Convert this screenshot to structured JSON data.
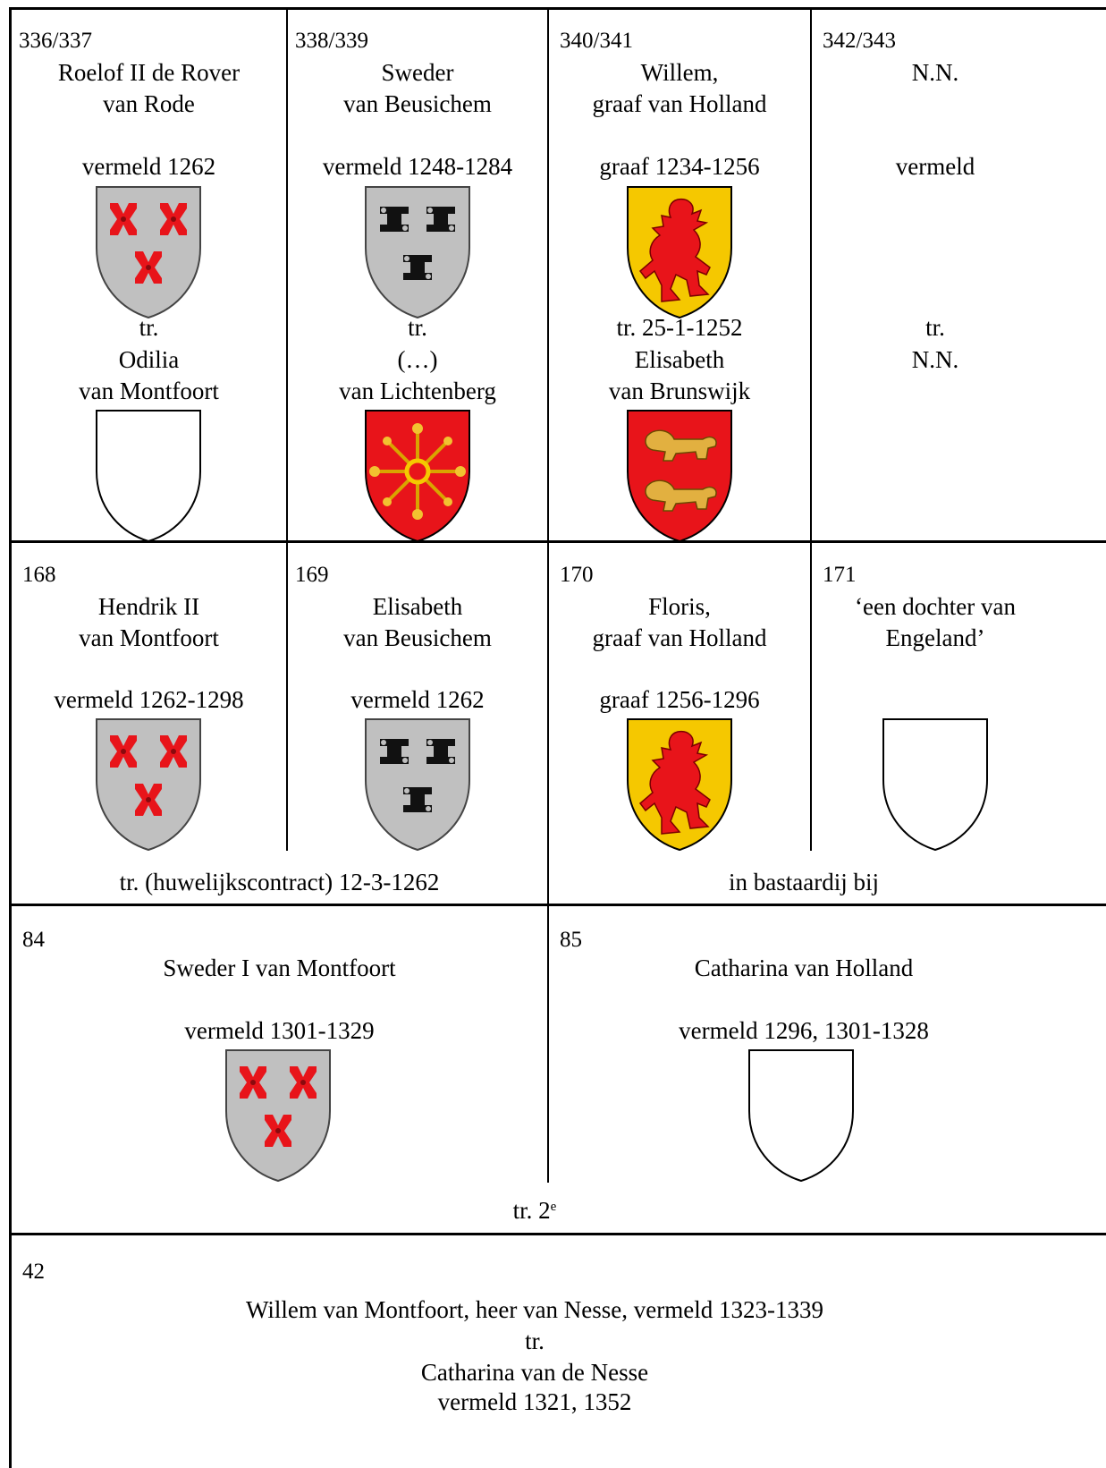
{
  "generation_1": [
    {
      "number": "336/337",
      "name_lines": [
        "Roelof II de Rover",
        "van Rode"
      ],
      "dates": "vermeld 1262",
      "arms": "montfoort-crosses",
      "spouse_lines": [
        "tr.",
        "Odilia",
        "van Montfoort"
      ],
      "spouse_arms": "blank-shield"
    },
    {
      "number": "338/339",
      "name_lines": [
        "Sweder",
        "van Beusichem"
      ],
      "dates": "vermeld 1248-1284",
      "arms": "beusichem-ironclamps",
      "spouse_lines": [
        "tr.",
        "(…)",
        "van Lichtenberg"
      ],
      "spouse_arms": "lichtenberg-escarbuncle"
    },
    {
      "number": "340/341",
      "name_lines": [
        "Willem,",
        "graaf van Holland"
      ],
      "dates": "graaf 1234-1256",
      "arms": "holland-lion",
      "spouse_lines": [
        "tr. 25-1-1252",
        "Elisabeth",
        "van Brunswijk"
      ],
      "spouse_arms": "brunswijk-lions"
    },
    {
      "number": "342/343",
      "name_lines": [
        "N.N."
      ],
      "dates": "vermeld",
      "arms": "",
      "spouse_lines": [
        "tr.",
        "N.N."
      ],
      "spouse_arms": ""
    }
  ],
  "generation_2": [
    {
      "number": "168",
      "name_lines": [
        "Hendrik II",
        "van Montfoort"
      ],
      "dates": "vermeld 1262-1298",
      "arms": "montfoort-crosses"
    },
    {
      "number": "169",
      "name_lines": [
        "Elisabeth",
        "van Beusichem"
      ],
      "dates": "vermeld 1262",
      "arms": "beusichem-ironclamps"
    },
    {
      "number": "170",
      "name_lines": [
        "Floris,",
        "graaf van Holland"
      ],
      "dates": "graaf 1256-1296",
      "arms": "holland-lion"
    },
    {
      "number": "171",
      "name_lines": [
        "‘een dochter van",
        "Engeland’"
      ],
      "dates": "",
      "arms": "blank-shield"
    }
  ],
  "generation_2_links": [
    "tr. (huwelijkscontract) 12-3-1262",
    "in bastaardij bij"
  ],
  "generation_3": [
    {
      "number": "84",
      "name": "Sweder I van Montfoort",
      "dates": "vermeld 1301-1329",
      "arms": "montfoort-crosses"
    },
    {
      "number": "85",
      "name": "Catharina van Holland",
      "dates": "vermeld 1296, 1301-1328",
      "arms": "blank-shield"
    }
  ],
  "generation_3_link": {
    "text": "tr. 2",
    "superscript": "e"
  },
  "generation_4": {
    "number": "42",
    "lines": [
      "Willem van Montfoort, heer van Nesse, vermeld 1323-1339",
      "tr.",
      "Catharina van de Nesse",
      "vermeld 1321, 1352"
    ]
  },
  "colors": {
    "silver": "#c0c0c0",
    "red": "#e8141a",
    "gold": "#f5c800",
    "black": "#000000"
  }
}
